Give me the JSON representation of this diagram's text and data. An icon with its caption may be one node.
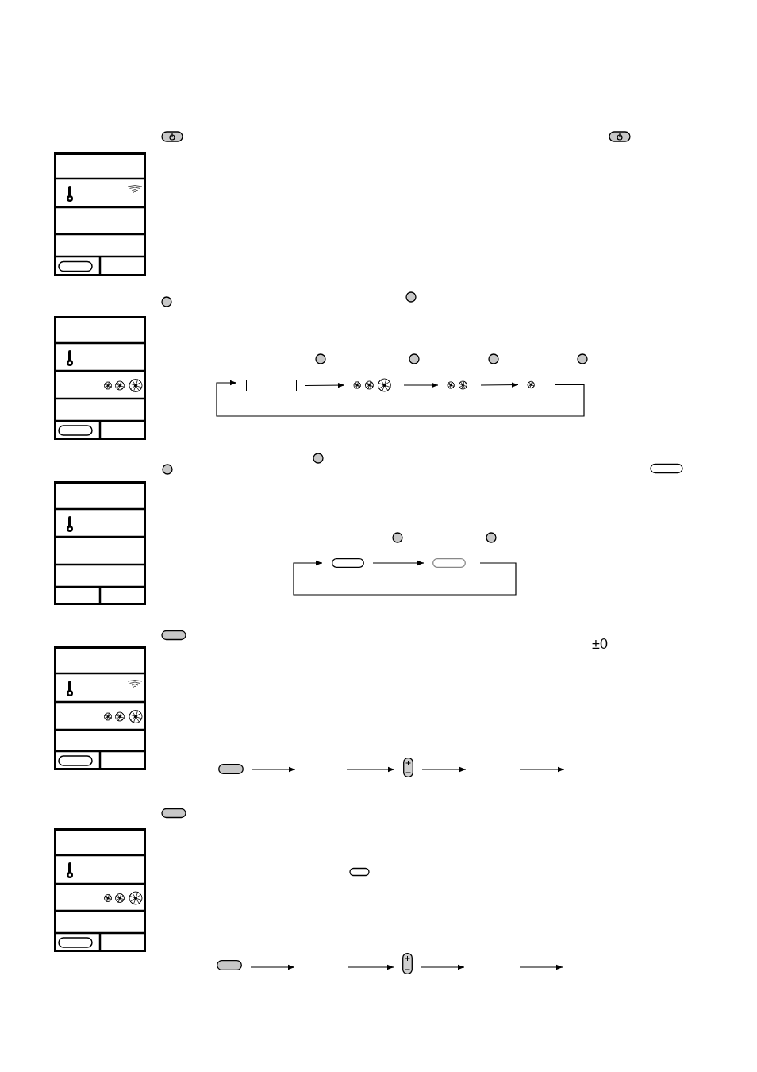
{
  "diagram": {
    "nodes": [
      {
        "text": [],
        "shape": "box"
      },
      {
        "text": [],
        "shape": "fan"
      },
      {
        "text": [],
        "shape": "fan"
      },
      {
        "text": [],
        "shape": "fan"
      },
      {
        "text": [],
        "shape": "button"
      },
      {
        "text": [],
        "shape": "button"
      },
      {
        "text": [],
        "shape": "button"
      },
      {
        "text": [],
        "shape": "button"
      },
      {
        "text": [],
        "shape": "button"
      },
      {
        "text": [],
        "shape": "button"
      }
    ],
    "edges": [
      {
        "from": 0,
        "to": 1,
        "arrow": "to"
      },
      {
        "from": 1,
        "to": 2,
        "arrow": "to"
      },
      {
        "from": 2,
        "to": 3,
        "arrow": "to"
      },
      {
        "from": 3,
        "to": 0,
        "arrow": "to"
      },
      {
        "from": 4,
        "to": 5,
        "arrow": "to"
      },
      {
        "from": 5,
        "to": 4,
        "arrow": "to"
      },
      {
        "from": 6,
        "to": null,
        "arrow": "to"
      },
      {
        "from": null,
        "to": 7,
        "arrow": "to"
      },
      {
        "from": 7,
        "to": null,
        "arrow": "to"
      },
      {
        "from": 8,
        "to": null,
        "arrow": "to"
      },
      {
        "from": null,
        "to": 9,
        "arrow": "to"
      },
      {
        "from": 9,
        "to": null,
        "arrow": "to"
      }
    ],
    "labels": [
      "±0"
    ]
  }
}
